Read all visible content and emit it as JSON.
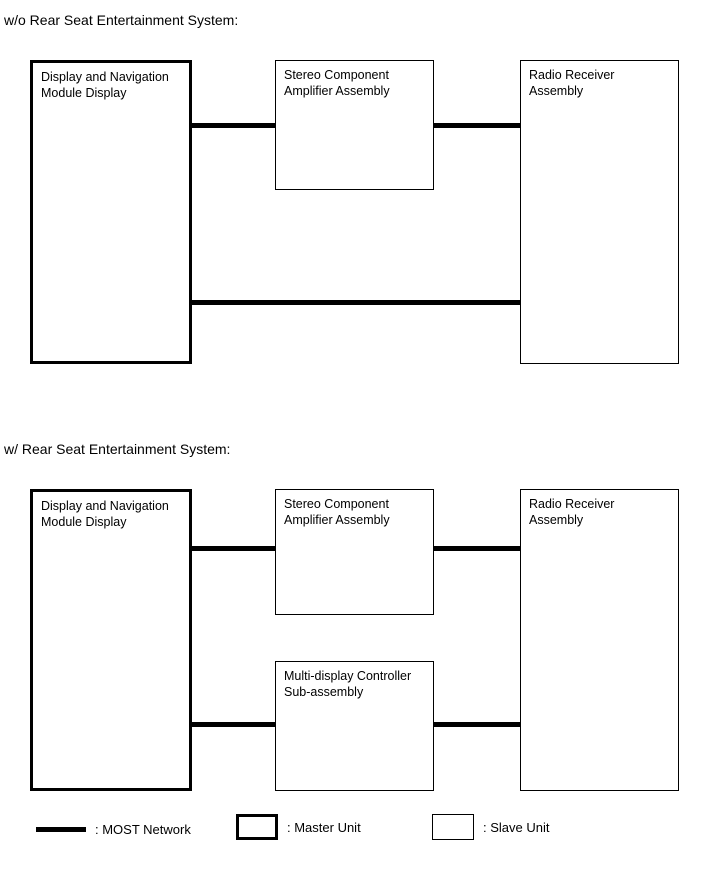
{
  "diagrams": [
    {
      "title": "w/o Rear Seat Entertainment System:",
      "boxes": [
        {
          "label": "Display and Navigation\nModule Display",
          "unit_type": "Master Unit"
        },
        {
          "label": "Stereo Component\nAmplifier Assembly",
          "unit_type": "Slave Unit"
        },
        {
          "label": "Radio Receiver\nAssembly",
          "unit_type": "Slave Unit"
        }
      ],
      "connections": [
        {
          "from": "Display and Navigation Module Display",
          "to": "Stereo Component Amplifier Assembly",
          "network": "MOST Network"
        },
        {
          "from": "Stereo Component Amplifier Assembly",
          "to": "Radio Receiver Assembly",
          "network": "MOST Network"
        },
        {
          "from": "Display and Navigation Module Display",
          "to": "Radio Receiver Assembly",
          "network": "MOST Network"
        }
      ]
    },
    {
      "title": "w/ Rear Seat Entertainment System:",
      "boxes": [
        {
          "label": "Display and Navigation\nModule Display",
          "unit_type": "Master Unit"
        },
        {
          "label": "Stereo Component\nAmplifier Assembly",
          "unit_type": "Slave Unit"
        },
        {
          "label": "Multi-display Controller\nSub-assembly",
          "unit_type": "Slave Unit"
        },
        {
          "label": "Radio Receiver\nAssembly",
          "unit_type": "Slave Unit"
        }
      ],
      "connections": [
        {
          "from": "Display and Navigation Module Display",
          "to": "Stereo Component Amplifier Assembly",
          "network": "MOST Network"
        },
        {
          "from": "Stereo Component Amplifier Assembly",
          "to": "Radio Receiver Assembly",
          "network": "MOST Network"
        },
        {
          "from": "Display and Navigation Module Display",
          "to": "Multi-display Controller Sub-assembly",
          "network": "MOST Network"
        },
        {
          "from": "Multi-display Controller Sub-assembly",
          "to": "Radio Receiver Assembly",
          "network": "MOST Network"
        }
      ]
    }
  ],
  "legend": {
    "items": [
      {
        "swatch": "thick-line",
        "text": ": MOST Network"
      },
      {
        "swatch": "thick-box",
        "text": ": Master Unit"
      },
      {
        "swatch": "thin-box",
        "text": ": Slave Unit"
      }
    ]
  },
  "colors": {
    "stroke": "#000000",
    "background": "#ffffff"
  }
}
